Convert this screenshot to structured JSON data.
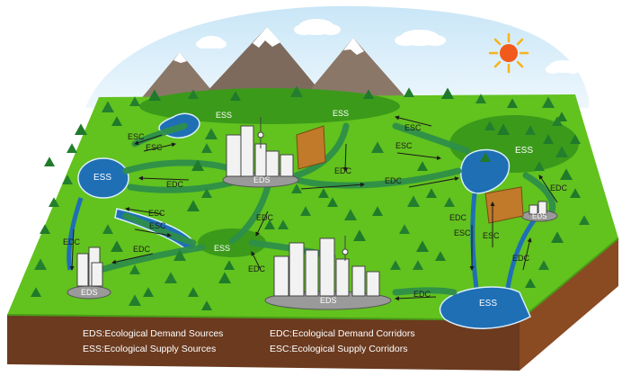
{
  "labels": {
    "ess": "ESS",
    "eds": "EDS",
    "esc": "ESC",
    "edc": "EDC"
  },
  "legend": {
    "eds": "EDS:Ecological Demand Sources",
    "ess": "ESS:Ecological Supply Sources",
    "edc": "EDC:Ecological Demand Corridors",
    "esc": "ESC:Ecological Supply Corridors"
  },
  "colors": {
    "sky": "#d8ecf8",
    "grass": "#62c21e",
    "grass_dark": "#3b9a1a",
    "corridor": "#2e8f4a",
    "water": "#1f6fb5",
    "soil_front": "#6b3a1f",
    "soil_side": "#8a4a22",
    "mountain": "#8a7768",
    "snow": "#ffffff",
    "sun": "#f25a1b",
    "tree": "#1f7a2a"
  },
  "icons": [
    "sun-icon",
    "cloud-icon",
    "mountain-icon",
    "tree-icon",
    "city-icon",
    "orchard-icon",
    "animal-icon"
  ]
}
